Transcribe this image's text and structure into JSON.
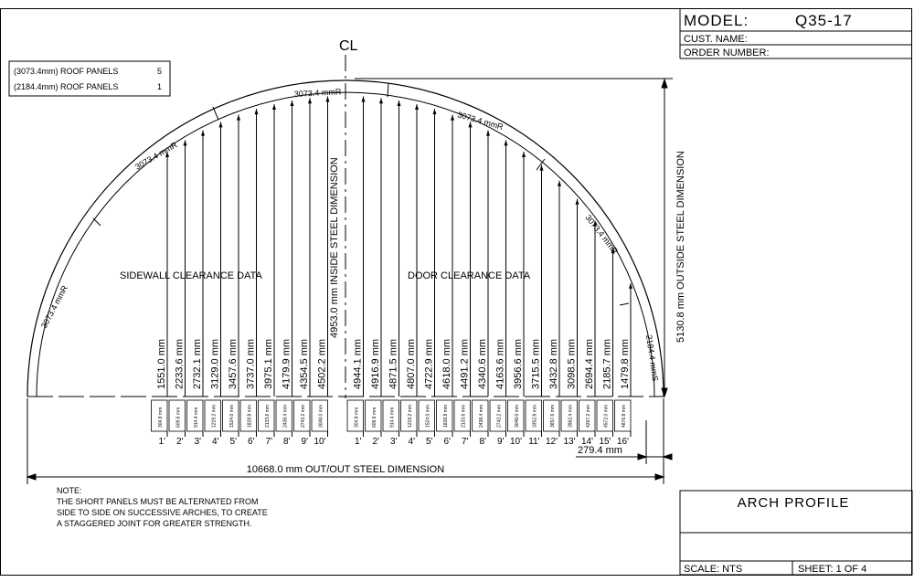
{
  "title_block": {
    "model_label": "MODEL:",
    "model_value": "Q35-17",
    "cust_name_label": "CUST. NAME:",
    "order_number_label": "ORDER NUMBER:",
    "drawing_title": "ARCH PROFILE",
    "scale_label": "SCALE: NTS",
    "sheet_label": "SHEET: 1 OF 4"
  },
  "centerline_symbol": "CL",
  "panel_legend": [
    {
      "length": "(3073.4mm) ROOF PANELS",
      "count": "5"
    },
    {
      "length": "(2184.4mm) ROOF PANELS",
      "count": "1"
    }
  ],
  "panel_labels": {
    "top": "3073.4 mmR",
    "right_upper": "3073.4 mmR",
    "right_lower": "3073.4 mmR",
    "left_upper": "3073.4 mmR",
    "left_lower": "3073.4 mmR",
    "short": "2184.4 mmS"
  },
  "section_labels": {
    "sidewall": "SIDEWALL CLEARANCE DATA",
    "door": "DOOR CLEARANCE DATA"
  },
  "dimensions": {
    "inside": "4953.0 mm INSIDE STEEL DIMENSION",
    "outside": "5130.8 mm OUTSIDE STEEL DIMENSION",
    "overall": "10668.0 mm OUT/OUT STEEL DIMENSION",
    "offset": "279.4 mm"
  },
  "sidewall_heights": [
    "1551.0 mm",
    "2233.6 mm",
    "2732.1 mm",
    "3129.0 mm",
    "3457.6 mm",
    "3737.0 mm",
    "3975.1 mm",
    "4179.9 mm",
    "4354.5 mm",
    "4502.2 mm"
  ],
  "sidewall_offsets": [
    "304.8 mm",
    "609.6 mm",
    "914.4 mm",
    "1219.2 mm",
    "1524.0 mm",
    "1828.8 mm",
    "2133.6 mm",
    "2438.4 mm",
    "2743.2 mm",
    "3048.0 mm"
  ],
  "sidewall_feet": [
    "1'",
    "2'",
    "3'",
    "4'",
    "5'",
    "6'",
    "7'",
    "8'",
    "9'",
    "10'"
  ],
  "door_heights": [
    "4944.1 mm",
    "4916.9 mm",
    "4871.5 mm",
    "4807.0 mm",
    "4722.9 mm",
    "4618.0 mm",
    "4491.2 mm",
    "4340.6 mm",
    "4163.6 mm",
    "3956.6 mm",
    "3715.5 mm",
    "3432.8 mm",
    "3098.5 mm",
    "2694.4 mm",
    "2185.7 mm",
    "1479.8 mm"
  ],
  "door_offsets": [
    "304.8 mm",
    "609.6 mm",
    "914.4 mm",
    "1219.2 mm",
    "1524.0 mm",
    "1828.8 mm",
    "2133.6 mm",
    "2438.4 mm",
    "2743.2 mm",
    "3048.0 mm",
    "3352.8 mm",
    "3657.6 mm",
    "3962.4 mm",
    "4267.2 mm",
    "4572.0 mm",
    "4876.8 mm"
  ],
  "door_feet": [
    "1'",
    "2'",
    "3'",
    "4'",
    "5'",
    "6'",
    "7'",
    "8'",
    "9'",
    "10'",
    "11'",
    "12'",
    "13'",
    "14'",
    "15'",
    "16'"
  ],
  "note": {
    "heading": "NOTE:",
    "lines": [
      "THE SHORT PANELS MUST BE ALTERNATED FROM",
      "SIDE TO SIDE ON SUCCESSIVE ARCHES, TO CREATE",
      "A STAGGERED JOINT FOR GREATER STRENGTH."
    ]
  }
}
